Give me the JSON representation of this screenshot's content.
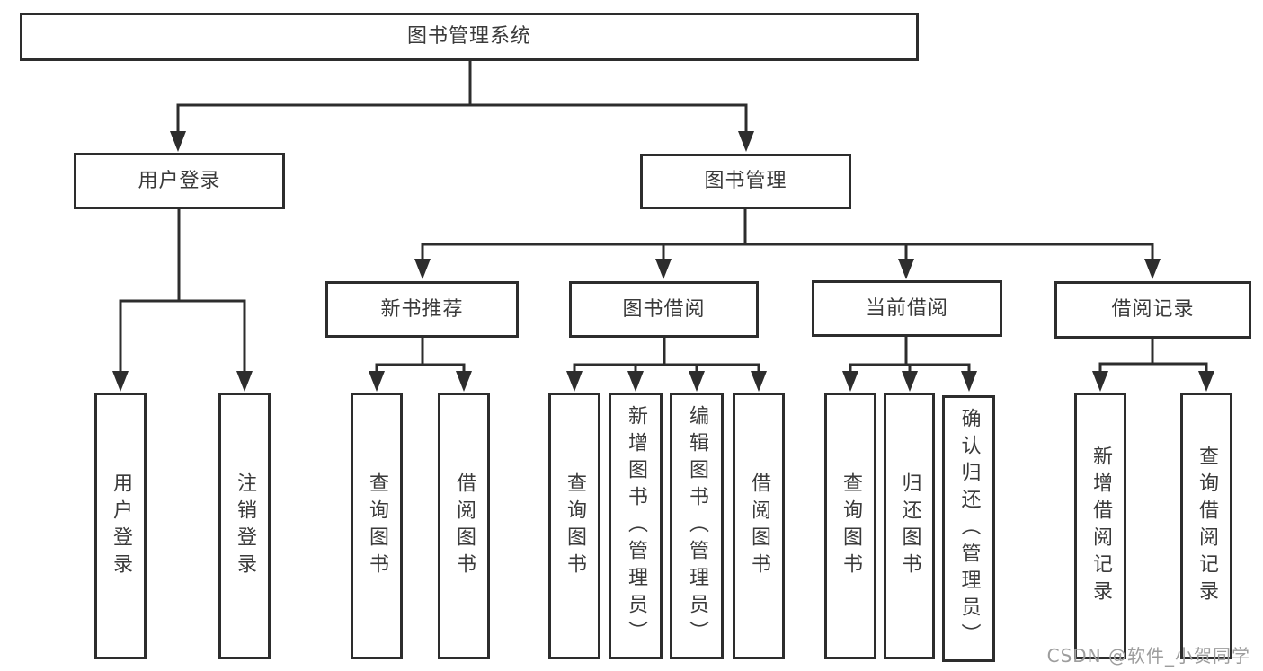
{
  "diagram": {
    "title": "图书管理系统",
    "nodes": {
      "root": "图书管理系统",
      "user_login": "用户登录",
      "book_mgmt": "图书管理",
      "new_book_rec": "新书推荐",
      "book_borrow": "图书借阅",
      "current_borrow": "当前借阅",
      "borrow_records": "借阅记录",
      "ul_user_login": "用户登录",
      "ul_logout": "注销登录",
      "nb_query_book": "查询图书",
      "nb_borrow_book": "借阅图书",
      "bb_query_book": "查询图书",
      "bb_add_book": "新增图书（管理员）",
      "bb_edit_book": "编辑图书（管理员）",
      "bb_borrow_book": "借阅图书",
      "cb_query_book": "查询图书",
      "cb_return_book": "归还图书",
      "cb_confirm_return": "确认归还（管理员）",
      "br_add_record": "新增借阅记录",
      "br_query_record": "查询借阅记录"
    },
    "hierarchy": [
      {
        "parent": "图书管理系统",
        "children": [
          "用户登录",
          "图书管理"
        ]
      },
      {
        "parent": "用户登录",
        "children": [
          "用户登录",
          "注销登录"
        ]
      },
      {
        "parent": "图书管理",
        "children": [
          "新书推荐",
          "图书借阅",
          "当前借阅",
          "借阅记录"
        ]
      },
      {
        "parent": "新书推荐",
        "children": [
          "查询图书",
          "借阅图书"
        ]
      },
      {
        "parent": "图书借阅",
        "children": [
          "查询图书",
          "新增图书（管理员）",
          "编辑图书（管理员）",
          "借阅图书"
        ]
      },
      {
        "parent": "当前借阅",
        "children": [
          "查询图书",
          "归还图书",
          "确认归还（管理员）"
        ]
      },
      {
        "parent": "借阅记录",
        "children": [
          "新增借阅记录",
          "查询借阅记录"
        ]
      }
    ],
    "colors": {
      "line": "#2d2d2d",
      "text": "#3a3a3a",
      "box_background": "#ffffff",
      "watermark": "#9d9d9d"
    }
  },
  "watermark": {
    "text": "CSDN @软件_小贺同学"
  }
}
